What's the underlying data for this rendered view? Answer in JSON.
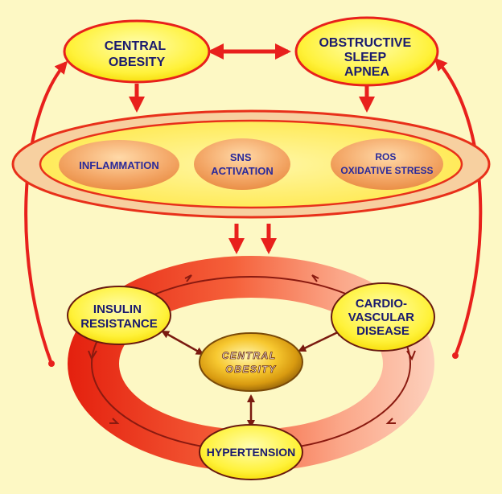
{
  "nodes": {
    "central_obesity_top": [
      "CENTRAL",
      "OBESITY"
    ],
    "obstructive_sleep_apnea": [
      "OBSTRUCTIVE",
      "SLEEP",
      "APNEA"
    ],
    "inflammation": [
      "INFLAMMATION"
    ],
    "sns_activation": [
      "SNS",
      "ACTIVATION"
    ],
    "ros_oxidative_stress": [
      "ROS",
      "OXIDATIVE STRESS"
    ],
    "insulin_resistance": [
      "INSULIN",
      "RESISTANCE"
    ],
    "cardiovascular_disease": [
      "CARDIO-",
      "VASCULAR",
      "DISEASE"
    ],
    "central_obesity_center": [
      "CENTRAL",
      "OBESITY"
    ],
    "hypertension": [
      "HYPERTENSION"
    ]
  },
  "colors": {
    "background": "#fdf8c4",
    "arrow_red": "#e8201c",
    "node_fill": "#fff23a",
    "node_text": "#1a1a6e",
    "inner_node_fill": "#f2a868",
    "inner_node_text": "#2a2a9a",
    "ring_red": "#e8301a",
    "dark_arrow": "#8a1a10"
  }
}
